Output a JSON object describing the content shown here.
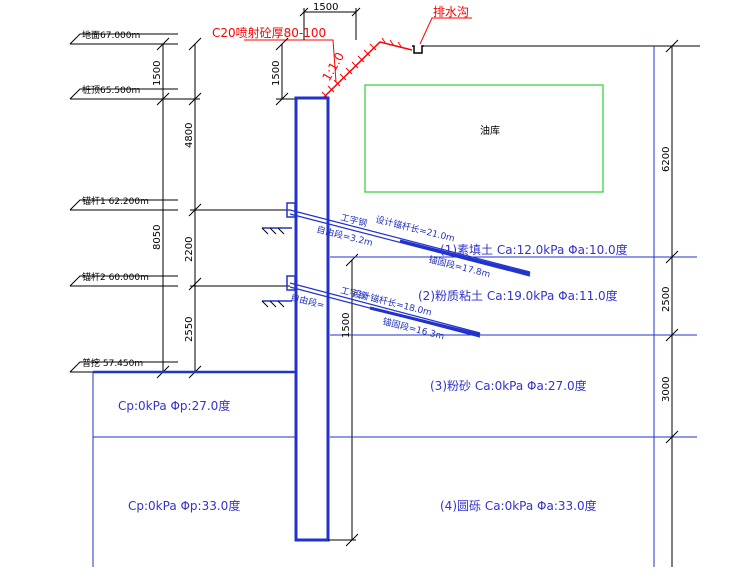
{
  "levels": {
    "ground": "地面67.000m",
    "pile_top": "桩顶65.500m",
    "anchor1": "锚杆1 62.200m",
    "anchor2": "锚杆2 60.000m",
    "excavation": "普挖 57.450m"
  },
  "dims": {
    "top_width": "1500",
    "pile_top_gap": "1500",
    "left_1500": "1500",
    "left_4800": "4800",
    "left_8050": "8050",
    "left_2200": "2200",
    "left_2550": "2550",
    "embed_1500": "1500",
    "right_6200": "6200",
    "right_2500": "2500",
    "right_3000": "3000"
  },
  "annotations": {
    "shotcrete": "C20喷射砼厚80-100",
    "drain": "排水沟",
    "slope": "1:1.0",
    "oil_depot": "油库"
  },
  "anchors": {
    "a1_total": "设计锚杆长=21.0m",
    "a1_free": "自由段=3.2m",
    "a1_fixed": "锚固段=17.8m",
    "a1_tag": "工字钢",
    "a2_total": "设计锚杆长=18.0m",
    "a2_free": "自由段=",
    "a2_fixed": "锚固段=16.3m",
    "a2_tag": "工字钢"
  },
  "layers": {
    "l1": "(1)素填土 Ca:12.0kPa Φa:10.0度",
    "l2": "(2)粉质粘土 Ca:19.0kPa Φa:11.0度",
    "l3": "(3)粉砂 Ca:0kPa Φa:27.0度",
    "l4": "(4)圆砾 Ca:0kPa Φa:33.0度",
    "passive1": "Cp:0kPa Φp:27.0度",
    "passive2": "Cp:0kPa Φp:33.0度"
  },
  "colors": {
    "wall": "#2233cc",
    "shotcrete": "#ff0000",
    "oil_depot": "#33cc33",
    "dim": "#000000"
  }
}
